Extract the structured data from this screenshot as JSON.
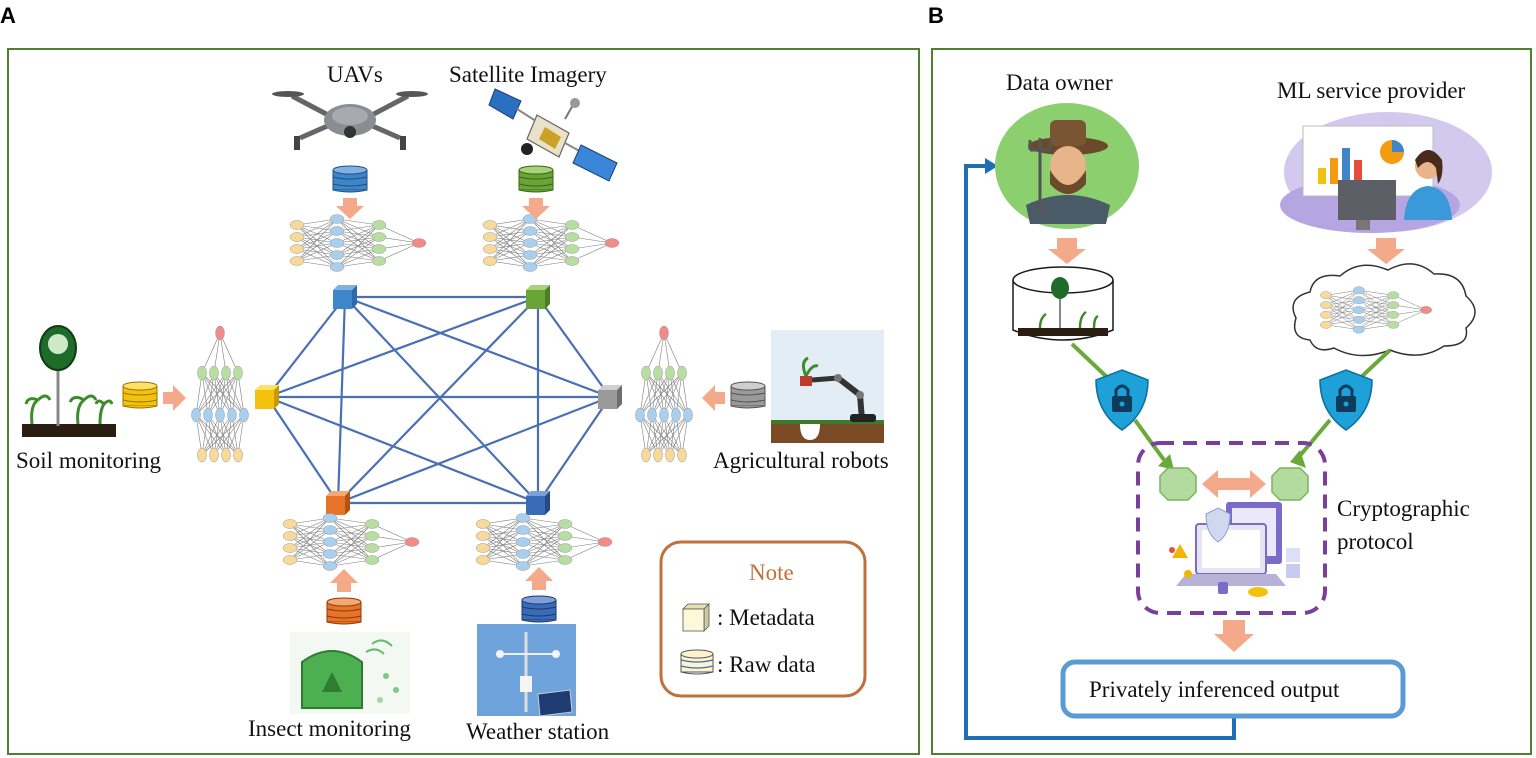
{
  "panels": {
    "a": {
      "letter": "A",
      "sources": {
        "uavs": "UAVs",
        "satellite": "Satellite Imagery",
        "soil": "Soil monitoring",
        "robots": "Agricultural robots",
        "insect": "Insect monitoring",
        "weather": "Weather station"
      },
      "note": {
        "title": "Note",
        "metadata": ":  Metadata",
        "rawdata": ": Raw data"
      }
    },
    "b": {
      "letter": "B",
      "data_owner": "Data owner",
      "ml_provider": "ML service provider",
      "crypto_line1": "Cryptographic",
      "crypto_line2": "protocol",
      "output": "Privately inferenced output"
    }
  },
  "colors": {
    "panel_border": "#4f7f2f",
    "mesh_line": "#4a6fb5",
    "arrow": "#f3a98a",
    "note_border": "#c0703a",
    "note_title": "#c0703a",
    "crypto_border": "#7a3f9a",
    "output_border": "#5b9bd5",
    "feedback_line": "#1f6fb5",
    "shield": "#1ea0d8",
    "green_link": "#6aaa3a"
  },
  "nodes": {
    "uav": "#3e86c8",
    "satellite": "#6aa437",
    "soil": "#f4c20d",
    "robot": "#9a9a9a",
    "insect": "#e8732a",
    "weather": "#3a6bb7"
  }
}
